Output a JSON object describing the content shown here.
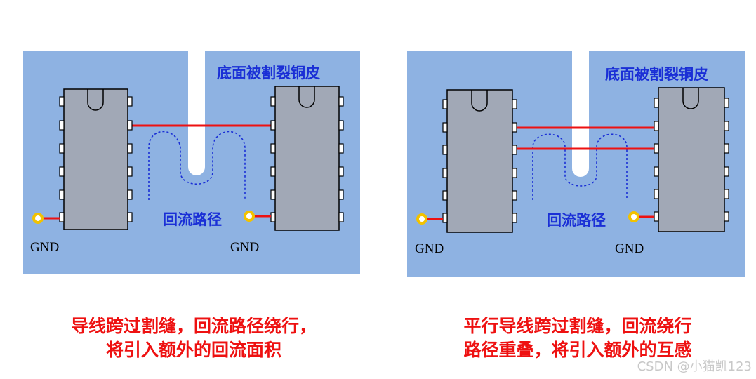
{
  "left_panel": {
    "board_label": "底面被割裂铜皮",
    "return_label": "回流路径",
    "gnd_left": "GND",
    "gnd_right": "GND",
    "caption_line1": "导线跨过割缝，回流路径绕行，",
    "caption_line2": "将引入额外的回流面积"
  },
  "right_panel": {
    "board_label": "底面被割裂铜皮",
    "return_label": "回流路径",
    "gnd_left": "GND",
    "gnd_right": "GND",
    "caption_line1": "平行导线跨过割缝，回流绕行",
    "caption_line2": "路径重叠，将引入额外的互感"
  },
  "watermark": "CSDN @小猫凯123",
  "colors": {
    "copper": "#8eb2e2",
    "chip": "#a1a8b6",
    "trace": "#ee1111",
    "return_path": "#1a2fd6",
    "via": "#f2c200"
  }
}
